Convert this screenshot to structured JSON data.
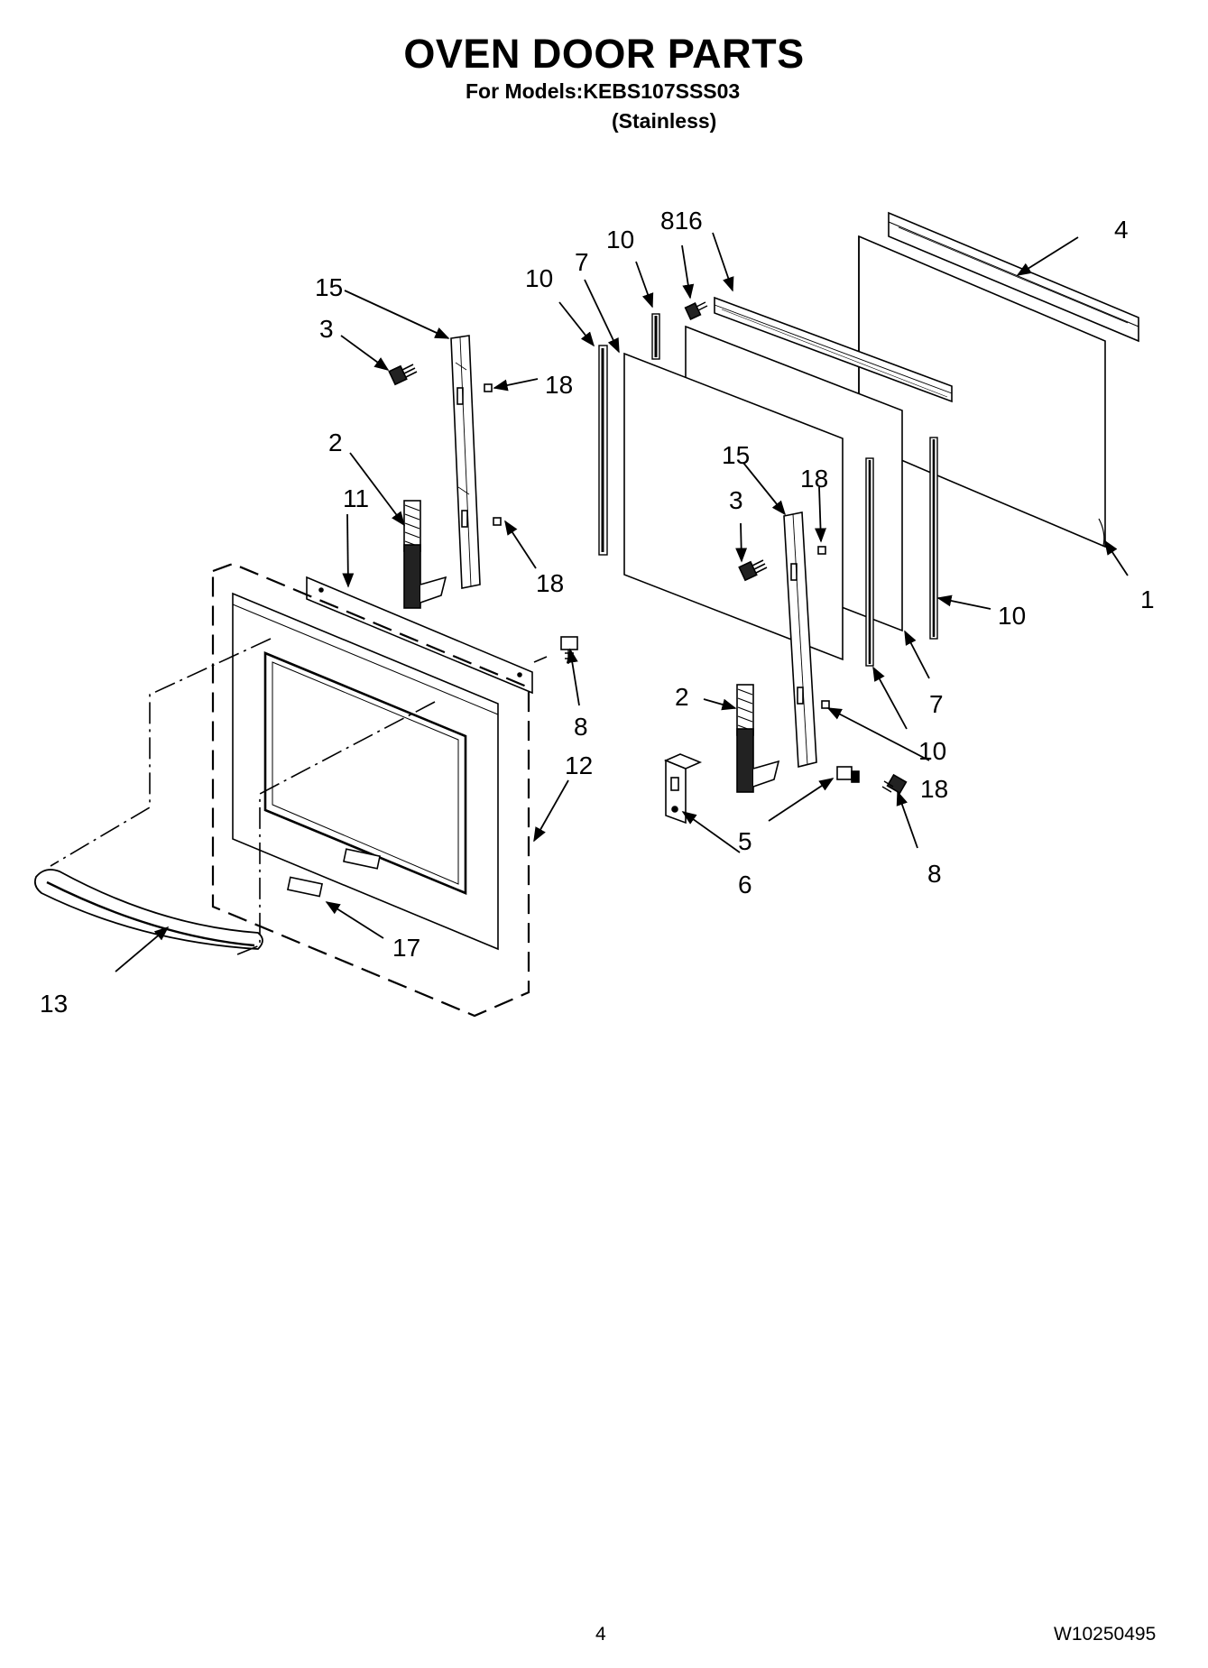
{
  "header": {
    "title": "OVEN DOOR PARTS",
    "models_line": "For Models:KEBS107SSS03",
    "variant_line": "(Stainless)"
  },
  "callouts": [
    {
      "id": "c-15a",
      "label": "15"
    },
    {
      "id": "c-3a",
      "label": "3"
    },
    {
      "id": "c-18a",
      "label": "18"
    },
    {
      "id": "c-2a",
      "label": "2"
    },
    {
      "id": "c-11",
      "label": "11"
    },
    {
      "id": "c-18b",
      "label": "18"
    },
    {
      "id": "c-8a",
      "label": "8"
    },
    {
      "id": "c-12",
      "label": "12"
    },
    {
      "id": "c-13",
      "label": "13"
    },
    {
      "id": "c-17",
      "label": "17"
    },
    {
      "id": "c-10a",
      "label": "10"
    },
    {
      "id": "c-7a",
      "label": "7"
    },
    {
      "id": "c-10b",
      "label": "10"
    },
    {
      "id": "c-816",
      "label": "816"
    },
    {
      "id": "c-4",
      "label": "4"
    },
    {
      "id": "c-15b",
      "label": "15"
    },
    {
      "id": "c-18c",
      "label": "18"
    },
    {
      "id": "c-3b",
      "label": "3"
    },
    {
      "id": "c-1",
      "label": "1"
    },
    {
      "id": "c-10c",
      "label": "10"
    },
    {
      "id": "c-7b",
      "label": "7"
    },
    {
      "id": "c-10d",
      "label": "10"
    },
    {
      "id": "c-2b",
      "label": "2"
    },
    {
      "id": "c-18d",
      "label": "18"
    },
    {
      "id": "c-5",
      "label": "5"
    },
    {
      "id": "c-6",
      "label": "6"
    },
    {
      "id": "c-8b",
      "label": "8"
    }
  ],
  "footer": {
    "page_number": "4",
    "document_number": "W10250495"
  }
}
